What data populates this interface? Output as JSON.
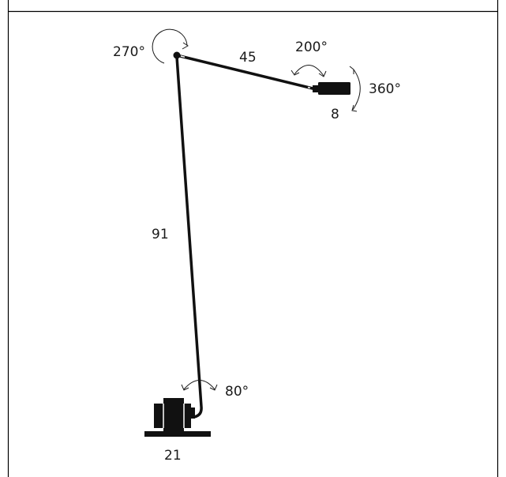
{
  "dimensions": {
    "upper_arm": "45",
    "lower_arm": "91",
    "head": "8",
    "base": "21"
  },
  "rotations": {
    "shoulder": "270°",
    "head_tilt": "200°",
    "head_swivel": "360°",
    "base_pivot": "80°"
  },
  "colors": {
    "ink": "#111111",
    "frame": "#000000",
    "background": "#ffffff"
  }
}
